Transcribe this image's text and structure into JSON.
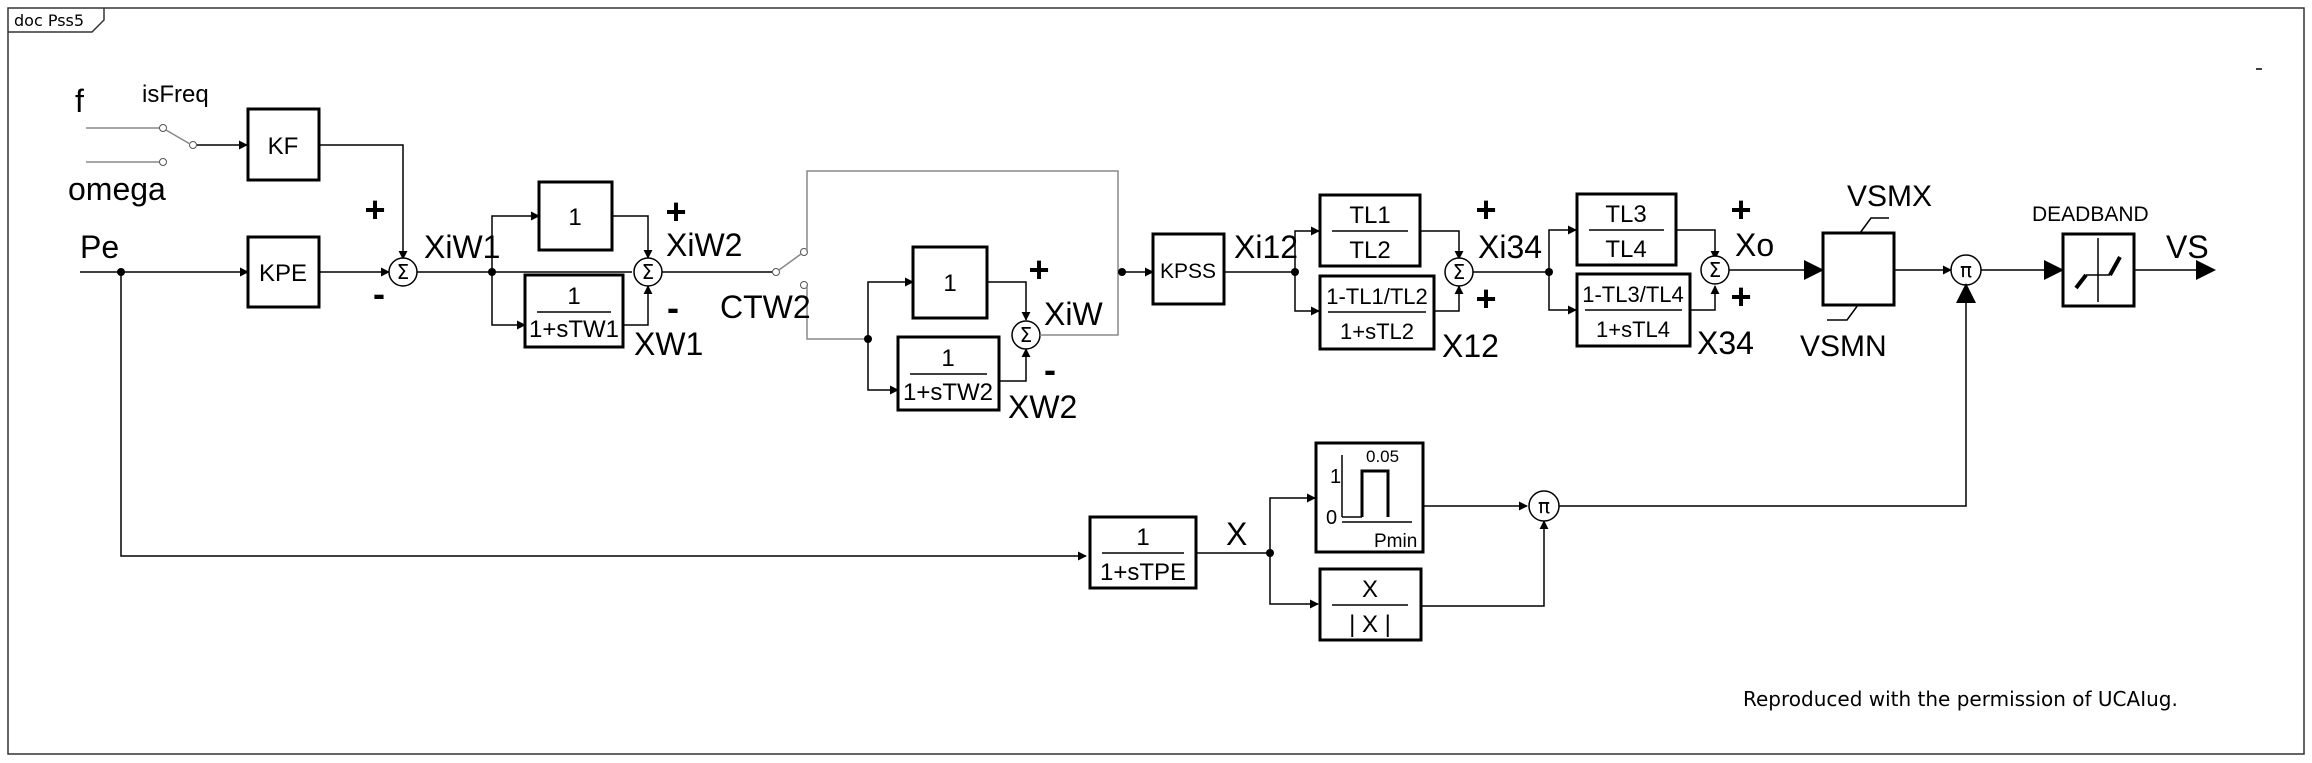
{
  "doc_tab": "doc Pss5",
  "credit": "Reproduced with the permission of UCAIug.",
  "inputs": {
    "f": "f",
    "omega": "omega",
    "isfreq": "isFreq",
    "pe": "Pe",
    "ctw2": "CTW2"
  },
  "blocks": {
    "kf": "KF",
    "kpe": "KPE",
    "kpss": "KPSS",
    "one": "1",
    "den_tw1": "1+sTW1",
    "den_tw2": "1+sTW2",
    "den_tpe": "1+sTPE",
    "tl1": "TL1",
    "tl2": "TL2",
    "tl1_tl2": "1-TL1/TL2",
    "den_tl2": "1+sTL2",
    "tl3": "TL3",
    "tl4": "TL4",
    "tl3_tl4": "1-TL3/TL4",
    "den_tl4": "1+sTL4",
    "x_num": "X",
    "x_abs": "| X |",
    "step_hi": "1",
    "step_lo": "0",
    "step_th": "0.05",
    "pmin": "Pmin"
  },
  "signals": {
    "xiw1": "XiW1",
    "xiw2": "XiW2",
    "xw1": "XW1",
    "xiw": "XiW",
    "xw2": "XW2",
    "xi12": "Xi12",
    "xi34": "Xi34",
    "x12": "X12",
    "xo": "Xo",
    "x34": "X34",
    "x": "X",
    "vsmx": "VSMX",
    "vsmn": "VSMN",
    "deadband": "DEADBAND",
    "vs": "VS"
  },
  "signs": {
    "plus": "+",
    "minus": "-"
  },
  "ops": {
    "sum": "Σ",
    "pi": "π"
  }
}
